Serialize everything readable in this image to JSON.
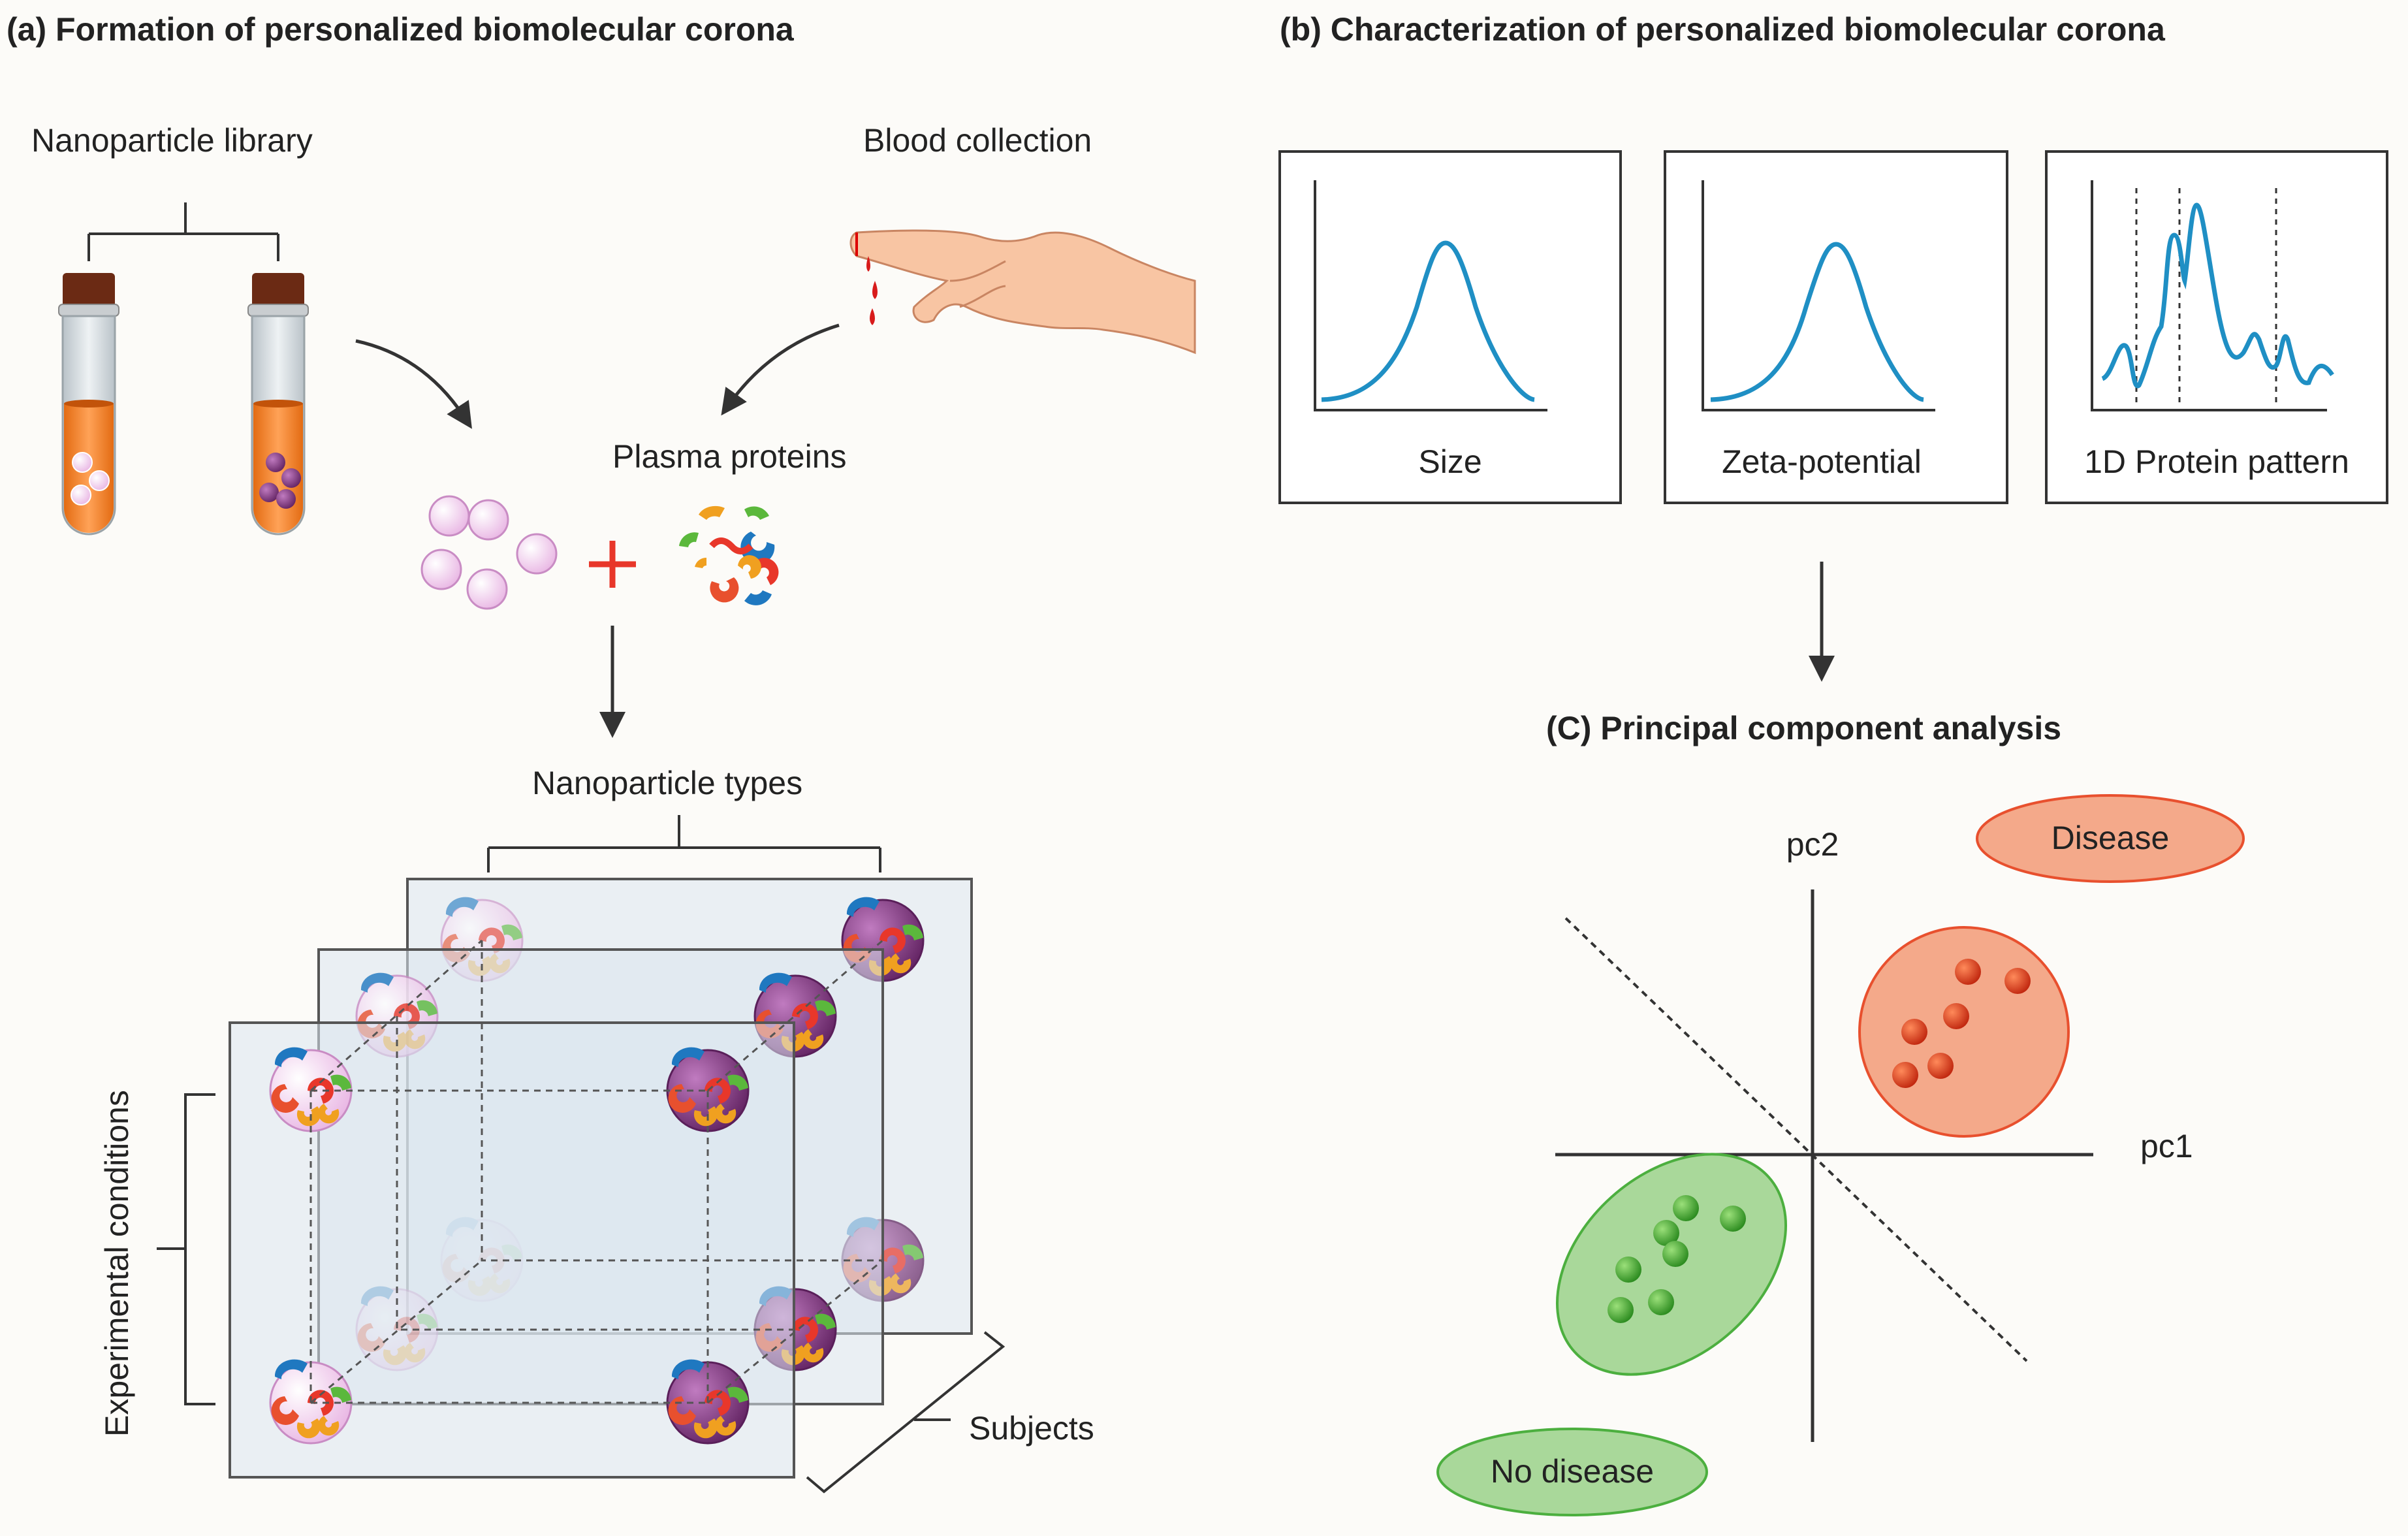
{
  "panel_a": {
    "title": "(a) Formation of personalized biomolecular corona",
    "nanoparticle_library": "Nanoparticle library",
    "blood_collection": "Blood collection",
    "plasma_proteins": "Plasma proteins",
    "nanoparticle_types": "Nanoparticle types",
    "experimental_conditions": "Experimental conditions",
    "subjects": "Subjects"
  },
  "panel_b": {
    "title": "(b) Characterization of personalized biomolecular corona",
    "box1_label": "Size",
    "box2_label": "Zeta-potential",
    "box3_label": "1D Protein pattern"
  },
  "panel_c": {
    "title": "(C) Principal component analysis",
    "axis_y": "pc2",
    "axis_x": "pc1",
    "group_disease": "Disease",
    "group_no_disease": "No disease"
  },
  "colors": {
    "accent_red": "#e8372a",
    "disease_fill": "#f4a98a",
    "disease_stroke": "#e8502e",
    "nodisease_fill": "#a9d89a",
    "nodisease_stroke": "#4caf3f",
    "curve_blue": "#1f8fc4",
    "tube_orange": "#f07a1f",
    "light_particle": "#f6d6f2",
    "dark_particle": "#8a3c8a"
  }
}
